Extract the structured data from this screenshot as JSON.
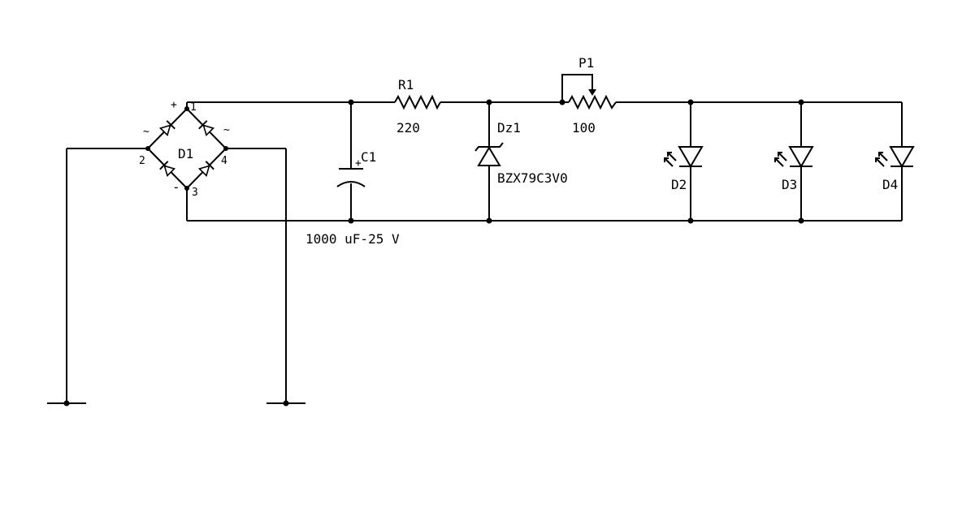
{
  "schematic": {
    "bridge": {
      "ref": "D1",
      "plus": "+",
      "minus": "-",
      "tilde": "~",
      "pin1": "1",
      "pin2": "2",
      "pin3": "3",
      "pin4": "4"
    },
    "capacitor": {
      "ref": "C1",
      "plus": "+",
      "value": "1000 uF-25 V"
    },
    "resistor": {
      "ref": "R1",
      "value": "220"
    },
    "zener": {
      "ref": "Dz1",
      "value": "BZX79C3V0"
    },
    "potentiometer": {
      "ref": "P1",
      "value": "100"
    },
    "leds": [
      {
        "ref": "D2"
      },
      {
        "ref": "D3"
      },
      {
        "ref": "D4"
      }
    ]
  }
}
